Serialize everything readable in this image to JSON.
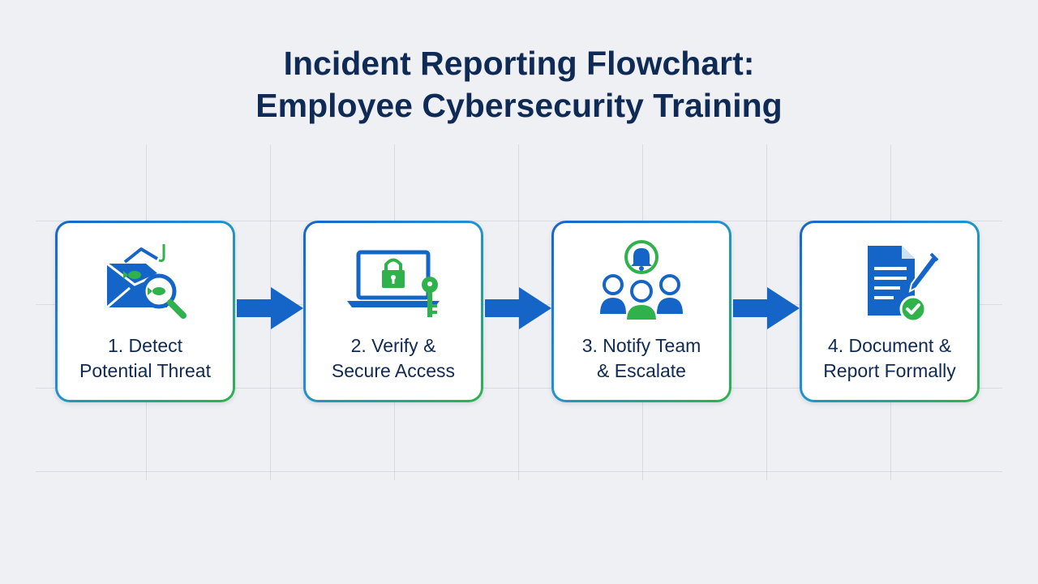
{
  "title": {
    "line1": "Incident Reporting Flowchart:",
    "line2": "Employee Cybersecurity Training"
  },
  "steps": [
    {
      "line1": "1. Detect",
      "line2": "Potential Threat",
      "icon": "phishing-email-magnifier-icon"
    },
    {
      "line1": "2. Verify &",
      "line2": "Secure Access",
      "icon": "laptop-lock-key-icon"
    },
    {
      "line1": "3. Notify Team",
      "line2": "& Escalate",
      "icon": "team-alert-bell-icon"
    },
    {
      "line1": "4. Document &",
      "line2": "Report Formally",
      "icon": "document-pen-check-icon"
    }
  ],
  "colors": {
    "primary_blue": "#1565c9",
    "accent_green": "#2fb24c",
    "title_navy": "#0f2a55",
    "background": "#eef0f3"
  }
}
